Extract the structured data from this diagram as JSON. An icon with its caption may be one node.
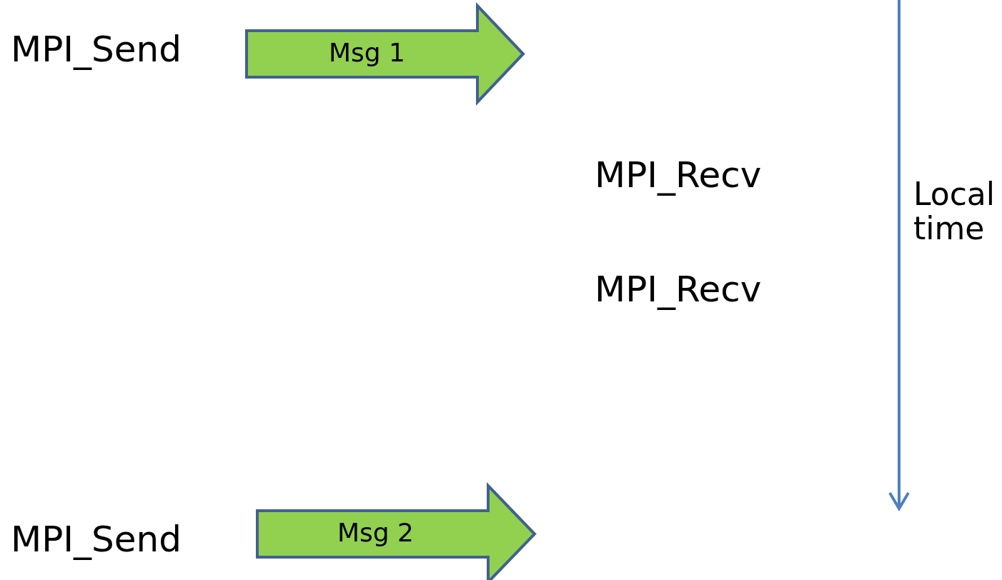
{
  "diagram": {
    "nodes": [
      {
        "text": [
          "Msg 1"
        ]
      },
      {
        "text": [
          "Msg 2"
        ]
      }
    ],
    "labels": [
      "MPI_Send",
      "MPI_Recv",
      "Local time",
      "MPI_Recv",
      "MPI_Send"
    ]
  }
}
